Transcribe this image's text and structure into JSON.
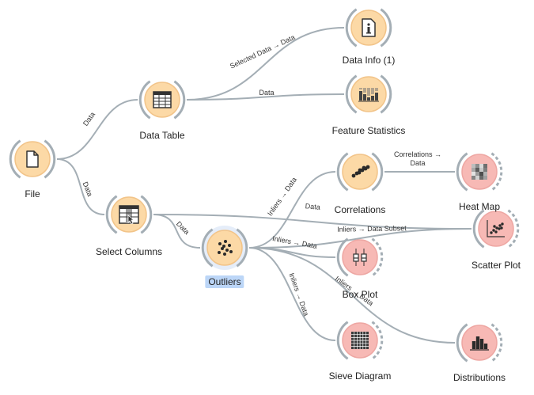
{
  "colors": {
    "data_node": "#fcd9a6",
    "data_node_ring": "#f2c489",
    "viz_node": "#f7b9b5",
    "viz_node_ring": "#eea7a3",
    "link": "#a4aeb5",
    "selection": "#bcd6f7"
  },
  "nodes": [
    {
      "id": "file",
      "title": "File",
      "icon": "file-icon",
      "kind": "data"
    },
    {
      "id": "datatable",
      "title": "Data Table",
      "icon": "table-icon",
      "kind": "data"
    },
    {
      "id": "selectcols",
      "title": "Select Columns",
      "icon": "select-columns-icon",
      "kind": "data"
    },
    {
      "id": "datainfo",
      "title": "Data Info (1)",
      "icon": "info-icon",
      "kind": "data"
    },
    {
      "id": "featstats",
      "title": "Feature Statistics",
      "icon": "feature-statistics-icon",
      "kind": "data"
    },
    {
      "id": "correlations",
      "title": "Correlations",
      "icon": "correlations-icon",
      "kind": "data"
    },
    {
      "id": "outliers",
      "title": "Outliers",
      "icon": "outliers-icon",
      "kind": "data",
      "selected": true
    },
    {
      "id": "heatmap",
      "title": "Heat Map",
      "icon": "heat-map-icon",
      "kind": "viz"
    },
    {
      "id": "scatter",
      "title": "Scatter Plot",
      "icon": "scatter-plot-icon",
      "kind": "viz"
    },
    {
      "id": "boxplot",
      "title": "Box Plot",
      "icon": "box-plot-icon",
      "kind": "viz"
    },
    {
      "id": "sieve",
      "title": "Sieve Diagram",
      "icon": "sieve-diagram-icon",
      "kind": "viz"
    },
    {
      "id": "distributions",
      "title": "Distributions",
      "icon": "distributions-icon",
      "kind": "viz"
    }
  ],
  "links": [
    {
      "from": "file",
      "to": "datatable",
      "label": "Data"
    },
    {
      "from": "file",
      "to": "selectcols",
      "label": "Data"
    },
    {
      "from": "datatable",
      "to": "datainfo",
      "label": "Selected Data → Data"
    },
    {
      "from": "datatable",
      "to": "featstats",
      "label": "Data"
    },
    {
      "from": "selectcols",
      "to": "scatter",
      "label": "Data"
    },
    {
      "from": "selectcols",
      "to": "outliers",
      "label": "Data"
    },
    {
      "from": "outliers",
      "to": "correlations",
      "label": "Inliers → Data"
    },
    {
      "from": "outliers",
      "to": "scatter",
      "label": "Inliers → Data Subset"
    },
    {
      "from": "outliers",
      "to": "boxplot",
      "label": "Inliers → Data"
    },
    {
      "from": "outliers",
      "to": "sieve",
      "label": "Inliers → Data"
    },
    {
      "from": "outliers",
      "to": "distributions",
      "label": "Inliers → Data"
    },
    {
      "from": "correlations",
      "to": "heatmap",
      "label": [
        "Correlations →",
        "Data"
      ]
    }
  ]
}
